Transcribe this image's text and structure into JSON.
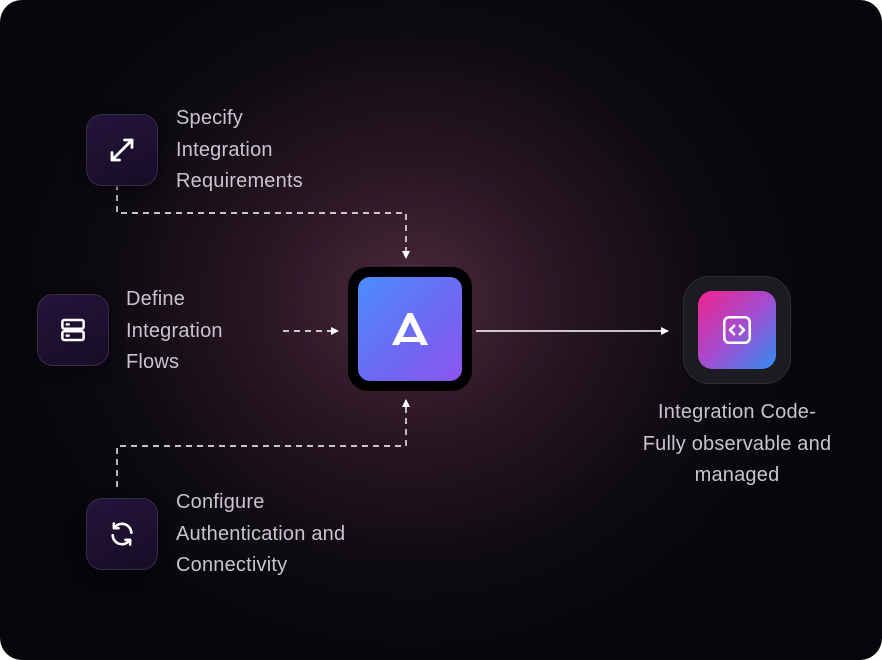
{
  "steps": [
    {
      "icon": "expand-arrows-icon",
      "lines": [
        "Specify",
        "Integration",
        "Requirements"
      ]
    },
    {
      "icon": "server-rack-icon",
      "lines": [
        "Define",
        "Integration",
        "Flows"
      ]
    },
    {
      "icon": "refresh-icon",
      "lines": [
        "Configure",
        "Authentication and",
        "Connectivity"
      ]
    }
  ],
  "hub": {
    "icon": "logo-a-icon"
  },
  "output": {
    "icon": "code-brackets-icon",
    "lines": [
      "Integration Code-",
      "Fully observable and",
      "managed"
    ]
  },
  "colors": {
    "background": "#06060a",
    "glow": "#4a2a3c",
    "hub_gradient": [
      "#4c8dff",
      "#8a55f0"
    ],
    "output_gradient": [
      "#f0238a",
      "#2f8cf2"
    ],
    "text": "#c9c4cf",
    "connector": "#ffffff"
  }
}
